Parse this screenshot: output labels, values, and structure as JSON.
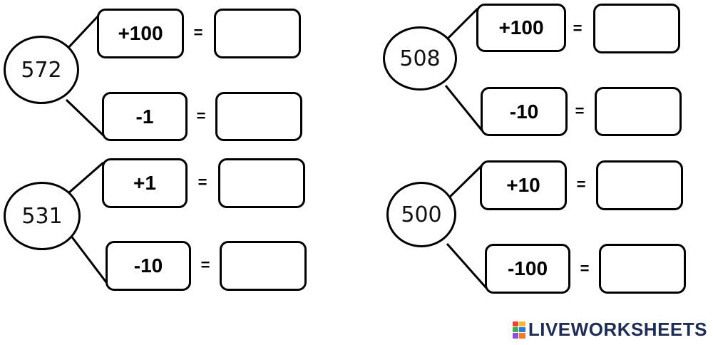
{
  "worksheet": {
    "problems": [
      {
        "start": "572",
        "ops": [
          "+100",
          "-1"
        ]
      },
      {
        "start": "508",
        "ops": [
          "+100",
          "-10"
        ]
      },
      {
        "start": "531",
        "ops": [
          "+1",
          "-10"
        ]
      },
      {
        "start": "500",
        "ops": [
          "+10",
          "-100"
        ]
      }
    ],
    "equals": "="
  },
  "brand": {
    "name": "LIVEWORKSHEETS",
    "logo_colors": [
      "#e8413c",
      "#f5b82e",
      "#3fae49",
      "#2b7bd6",
      "#8b4fd8",
      "#f07c2a"
    ]
  }
}
